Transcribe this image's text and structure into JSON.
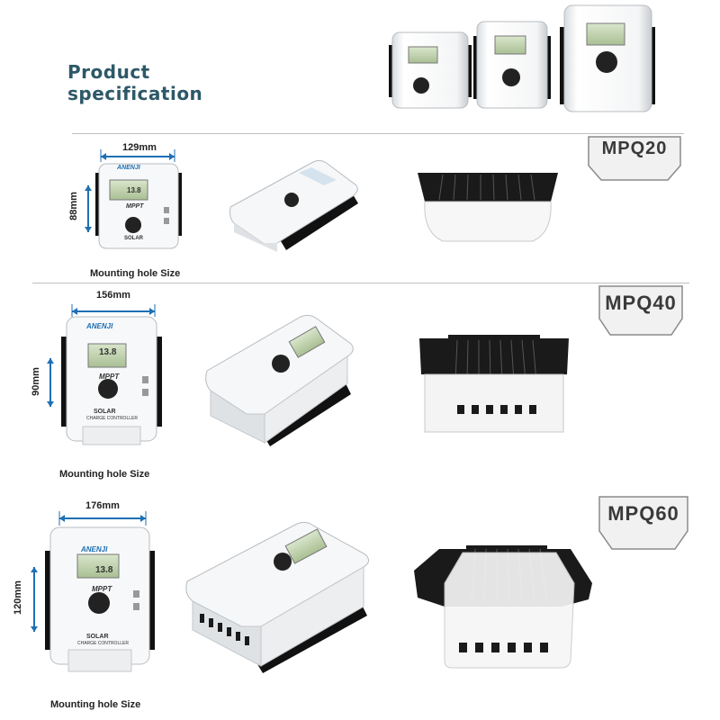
{
  "heading": {
    "line1": "Product",
    "line2": "specification"
  },
  "device": {
    "brand": "ANENJI",
    "mode": "MPPT",
    "screen_value": "13.8",
    "panel_label": "SOLAR",
    "panel_sublabel": "CHARGE CONTROLLER"
  },
  "mounting_label": "Mounting hole Size",
  "colors": {
    "accent_blue": "#1e6fb4",
    "heading": "#2d5868",
    "tag_border": "#8a8a8a"
  },
  "models": [
    {
      "name": "MPQ20",
      "width": "129mm",
      "height": "88mm"
    },
    {
      "name": "MPQ40",
      "width": "156mm",
      "height": "90mm"
    },
    {
      "name": "MPQ60",
      "width": "176mm",
      "height": "120mm"
    }
  ]
}
